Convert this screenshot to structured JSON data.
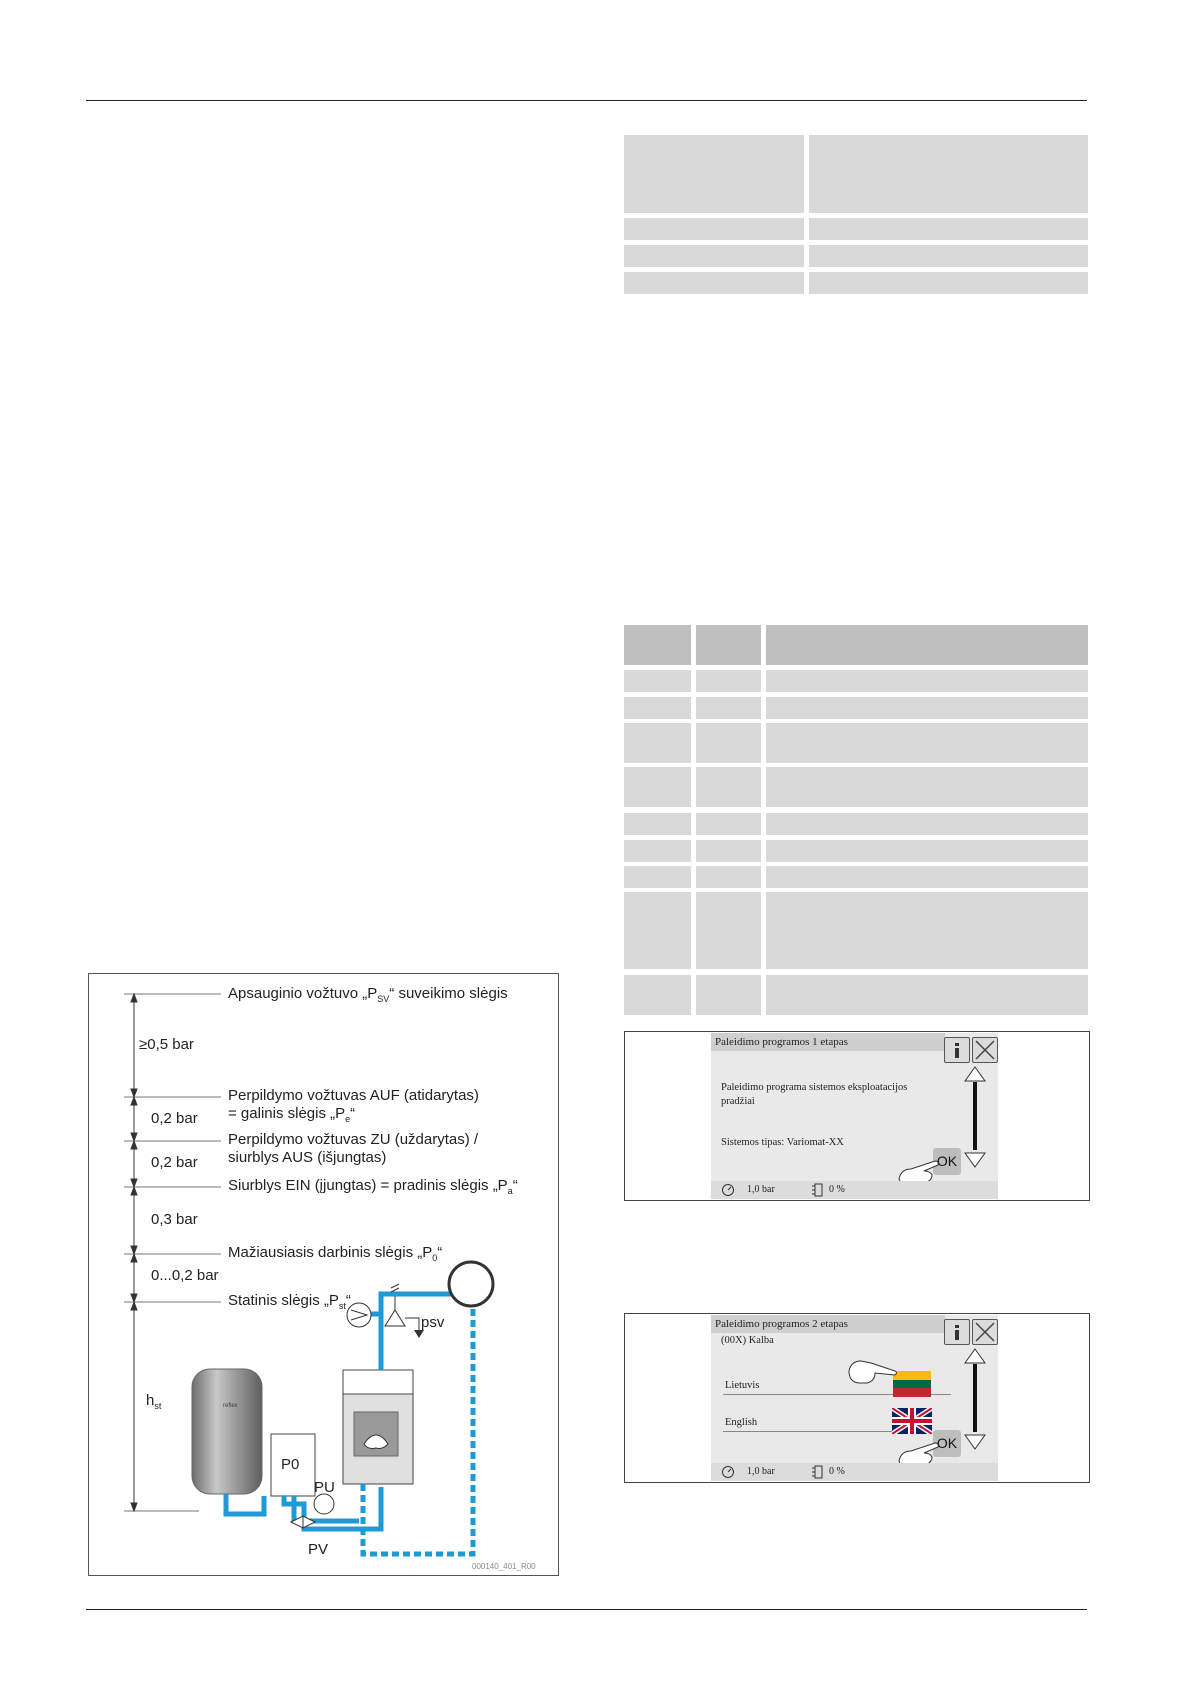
{
  "diagram": {
    "levels": {
      "psv": {
        "pre": "Apsauginio vožtuvo „P",
        "sub": "SV",
        "post": "“ suveikimo slėgis"
      },
      "auf_line1": "Perpildymo vožtuvas AUF (atidarytas)",
      "auf_line2_pre": "= galinis slėgis „P",
      "auf_line2_sub": "e",
      "auf_line2_post": "“",
      "zu_line1": "Perpildymo vožtuvas ZU (uždarytas) /",
      "zu_line2": "siurblys AUS (išjungtas)",
      "ein_pre": "Siurblys EIN (įjungtas) = pradinis slėgis „P",
      "ein_sub": "a",
      "ein_post": "“",
      "min_pre": "Mažiausiasis darbinis slėgis „P",
      "min_sub": "0",
      "min_post": "“",
      "st_pre": "Statinis slėgis „P",
      "st_sub": "st",
      "st_post": "“"
    },
    "dims": {
      "d1": "≥0,5 bar",
      "d2": "0,2 bar",
      "d3": "0,2 bar",
      "d4": "0,3 bar",
      "d5": "0...0,2 bar",
      "hst_h": "h",
      "hst_sub": "st"
    },
    "components": {
      "psv": "psv",
      "p0": "P0",
      "pu": "PU",
      "pv": "PV",
      "vessel_brand": "reflex",
      "code": "000140_401_R00"
    },
    "colors": {
      "pipe": "#1e9ad6",
      "vessel": "#9a9a9a"
    }
  },
  "screen1": {
    "title": "Paleidimo programos 1 etapas",
    "line1": "Paleidimo programa sistemos eksploatacijos",
    "line2": "pradžiai",
    "line3": "Sistemos tipas: Variomat-XX",
    "ok": "OK",
    "pressure": "1,0 bar",
    "level": "0 %"
  },
  "screen2": {
    "title": "Paleidimo programos 2 etapas",
    "subtitle": "(00X) Kalba",
    "lang1": "Lietuvis",
    "lang2": "English",
    "ok": "OK",
    "pressure": "1,0 bar",
    "level": "0 %"
  }
}
